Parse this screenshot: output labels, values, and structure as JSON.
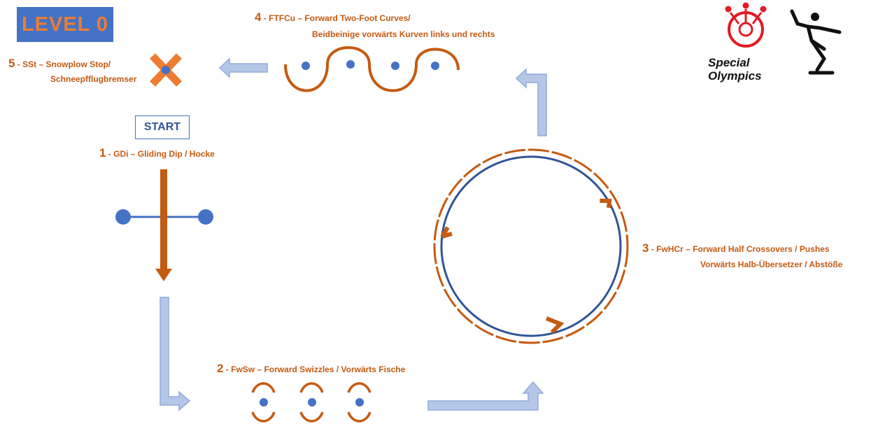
{
  "level_title": "LEVEL 0",
  "start_label": "START",
  "steps": [
    {
      "number": "1",
      "text": " - GDi – Gliding Dip / Hocke"
    },
    {
      "number": "2",
      "text": " - FwSw – Forward Swizzles / Vorwärts Fische"
    },
    {
      "number": "3",
      "text": " - FwHCr – Forward Half Crossovers / Pushes",
      "line2": "Vorwärts Halb-Übersetzer / Abstöße"
    },
    {
      "number": "4",
      "text": " - FTFCu – Forward Two-Foot Curves/",
      "line2": "Beidbeinige vorwärts Kurven links und rechts"
    },
    {
      "number": "5",
      "text": " - SSt – Snowplow Stop/",
      "line2": "Schneepfflugbremser"
    }
  ],
  "logo": {
    "line1": "Special",
    "line2": "Olympics"
  },
  "colors": {
    "accent_orange": "#c55a11",
    "blue": "#4472c4",
    "arrow_fill": "#b4c7e7",
    "arrow_stroke": "#8faadc",
    "circle_blue": "#2f5597"
  },
  "icons": [
    "snowplow-stop-cross-icon",
    "special-olympics-emblem-icon",
    "skater-figure-icon"
  ]
}
